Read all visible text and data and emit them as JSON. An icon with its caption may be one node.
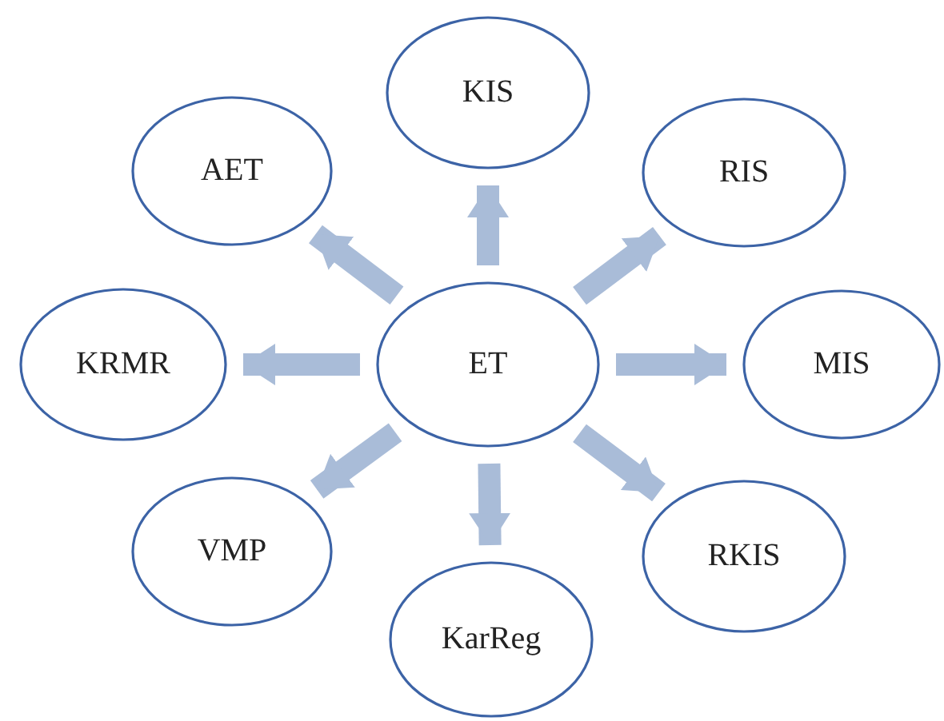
{
  "diagram": {
    "nodes": [
      {
        "text": [
          "KIS"
        ]
      },
      {
        "text": [
          "AET"
        ]
      },
      {
        "text": [
          "RIS"
        ]
      },
      {
        "text": [
          "KRMR"
        ]
      },
      {
        "text": [
          "ET"
        ]
      },
      {
        "text": [
          "MIS"
        ]
      },
      {
        "text": [
          "VMP"
        ]
      },
      {
        "text": [
          "RKIS"
        ]
      },
      {
        "text": [
          "KarReg"
        ]
      }
    ],
    "edges": [
      {
        "from": 4,
        "to": 0,
        "arrow": "to"
      },
      {
        "from": 4,
        "to": 2,
        "arrow": "to"
      },
      {
        "from": 4,
        "to": 5,
        "arrow": "to"
      },
      {
        "from": 4,
        "to": 7,
        "arrow": "to"
      },
      {
        "from": 4,
        "to": 8,
        "arrow": "to"
      },
      {
        "from": 4,
        "to": 6,
        "arrow": "to"
      },
      {
        "from": 4,
        "to": 3,
        "arrow": "to"
      },
      {
        "from": 4,
        "to": 1,
        "arrow": "to"
      }
    ]
  }
}
